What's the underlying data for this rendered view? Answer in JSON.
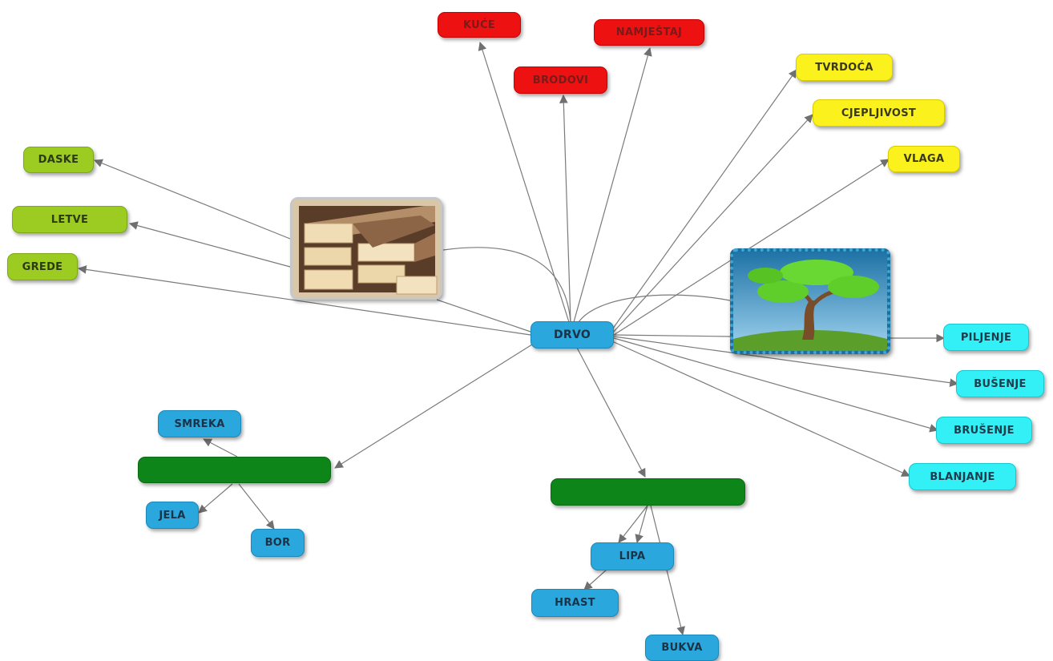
{
  "central": "DRVO",
  "uses": [
    "KUĆE",
    "BRODOVI",
    "NAMJEŠTAJ"
  ],
  "properties": [
    "TVRDOĆA",
    "CJEPLJIVOST",
    "VLAGA"
  ],
  "products": [
    "DASKE",
    "LETVE",
    "GREDE"
  ],
  "processing": [
    "PILJENJE",
    "BUŠENJE",
    "BRUŠENJE",
    "BLANJANJE"
  ],
  "conifer_group": {
    "label": "",
    "items": [
      "SMREKA",
      "JELA",
      "BOR"
    ]
  },
  "deciduous_group": {
    "label": "",
    "items": [
      "LIPA",
      "HRAST",
      "BUKVA"
    ]
  },
  "images": [
    "lumber-image",
    "tree-image"
  ],
  "colors": {
    "uses": "#ee1111",
    "properties": "#fbf11d",
    "products": "#9ccc22",
    "processing": "#32f0f5",
    "trees": "#2aa7dc",
    "groups": "#0e8519",
    "connector": "#777777"
  }
}
